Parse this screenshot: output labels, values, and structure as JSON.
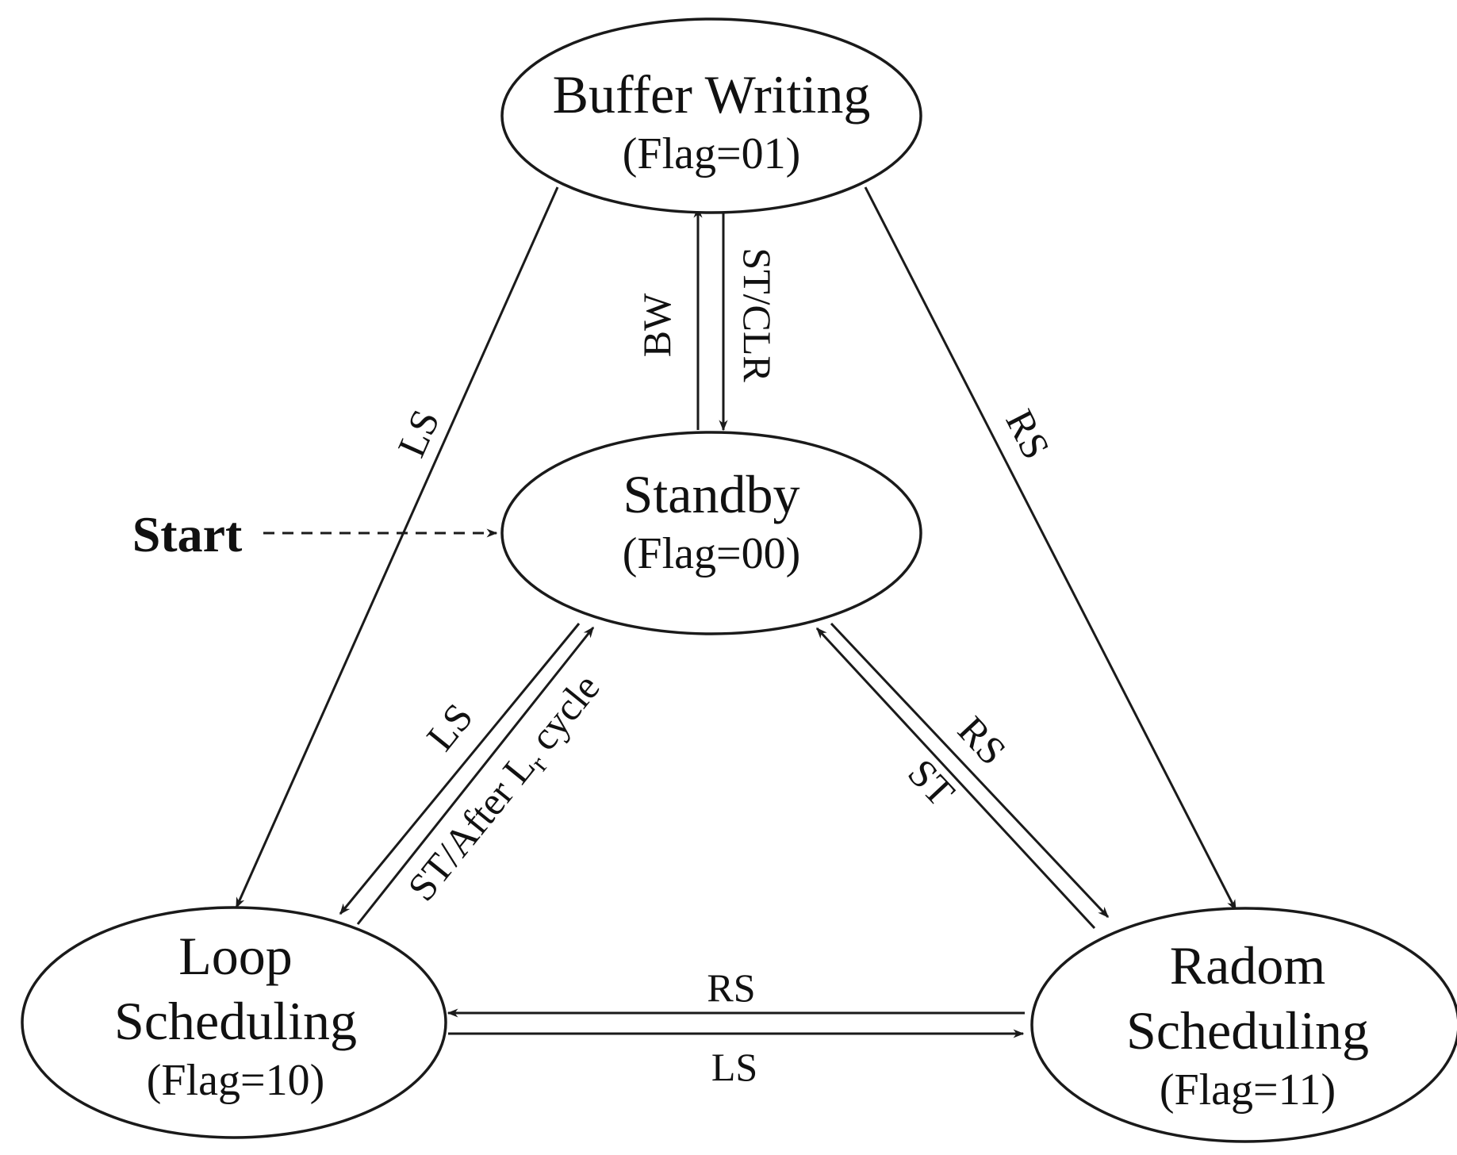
{
  "states": {
    "buffer_writing": {
      "name": "Buffer Writing",
      "flag": "(Flag=01)"
    },
    "standby": {
      "name": "Standby",
      "flag": "(Flag=00)"
    },
    "loop_scheduling": {
      "name_line1": "Loop",
      "name_line2": "Scheduling",
      "flag": "(Flag=10)"
    },
    "random_scheduling": {
      "name_line1": "Radom",
      "name_line2": "Scheduling",
      "flag": "(Flag=11)"
    }
  },
  "start": {
    "label": "Start"
  },
  "transitions": {
    "bw_to_standby": "ST/CLR",
    "standby_to_bw": "BW",
    "bw_to_loop": "LS",
    "bw_to_random": "RS",
    "standby_to_loop": "LS",
    "loop_to_standby_prefix": "ST/After L",
    "loop_to_standby_sub": "r",
    "loop_to_standby_suffix": " cycle",
    "standby_to_random": "RS",
    "random_to_standby": "ST",
    "random_to_loop": "RS",
    "loop_to_random": "LS"
  }
}
